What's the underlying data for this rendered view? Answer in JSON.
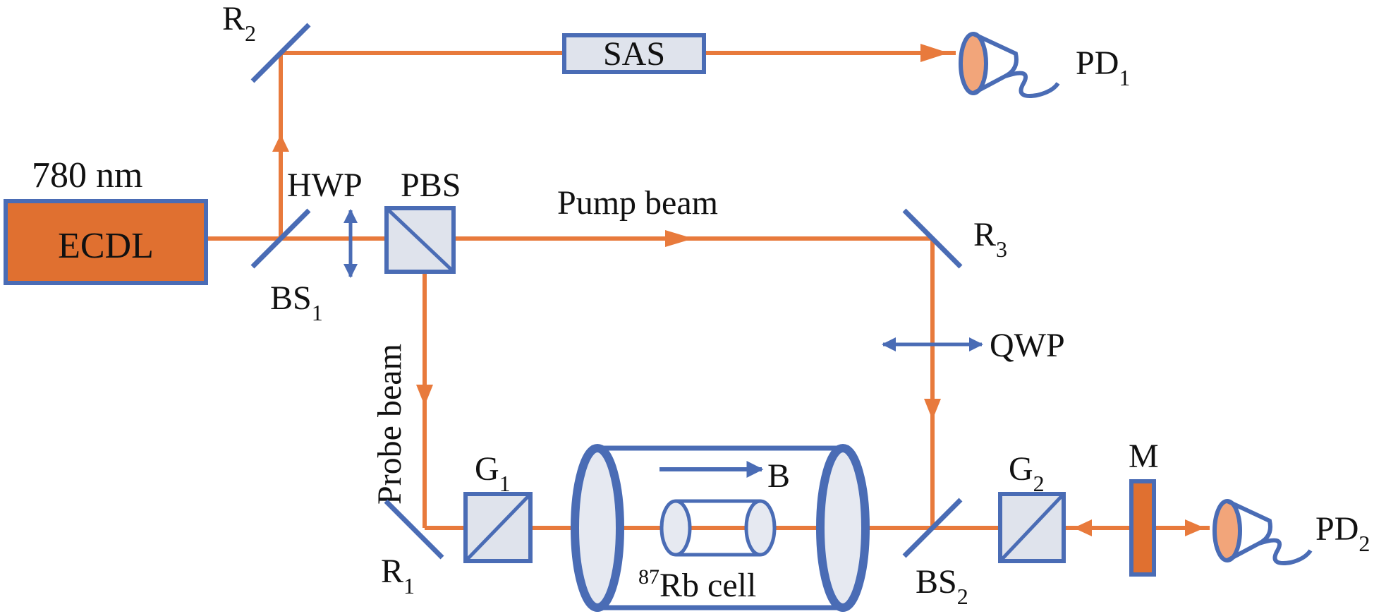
{
  "colors": {
    "beam": "#e87a3c",
    "component_outline": "#4a6cb5",
    "component_fill": "#dfe3ec",
    "laser_fill": "#e07030",
    "detector_fill": "#f2a57a",
    "text": "#111111"
  },
  "icons": [
    "mirror-icon",
    "beam-splitter-icon",
    "polarizer-cube-icon",
    "photodetector-icon",
    "waveplate-arrow-icon",
    "vapor-cell-icon"
  ],
  "labels": {
    "wavelength": "780 nm",
    "laser": "ECDL",
    "r2": "R",
    "r2_sub": "2",
    "sas": "SAS",
    "pd1": "PD",
    "pd1_sub": "1",
    "hwp": "HWP",
    "pbs": "PBS",
    "bs1": "BS",
    "bs1_sub": "1",
    "pump_beam": "Pump beam",
    "r3": "R",
    "r3_sub": "3",
    "probe_beam": "Probe beam",
    "qwp": "QWP",
    "g1": "G",
    "g1_sub": "1",
    "b_field": "B",
    "cell_sup": "87",
    "cell": "Rb cell",
    "r1": "R",
    "r1_sub": "1",
    "bs2": "BS",
    "bs2_sub": "2",
    "g2": "G",
    "g2_sub": "2",
    "m": "M",
    "pd2": "PD",
    "pd2_sub": "2"
  }
}
